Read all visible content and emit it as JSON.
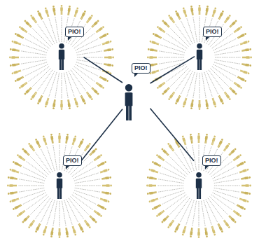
{
  "diagram": {
    "nodes": [
      {
        "text": [
          "PIO!"
        ]
      },
      {
        "text": [
          "PIO!"
        ]
      },
      {
        "text": [
          "PIO!"
        ]
      },
      {
        "text": [
          "PIO!"
        ]
      },
      {
        "text": [
          "PIO!"
        ]
      }
    ],
    "edges": [
      {
        "from": 2,
        "to": 0,
        "arrow": "none"
      },
      {
        "from": 2,
        "to": 1,
        "arrow": "none"
      },
      {
        "from": 2,
        "to": 3,
        "arrow": "none"
      },
      {
        "from": 2,
        "to": 4,
        "arrow": "none"
      }
    ]
  }
}
